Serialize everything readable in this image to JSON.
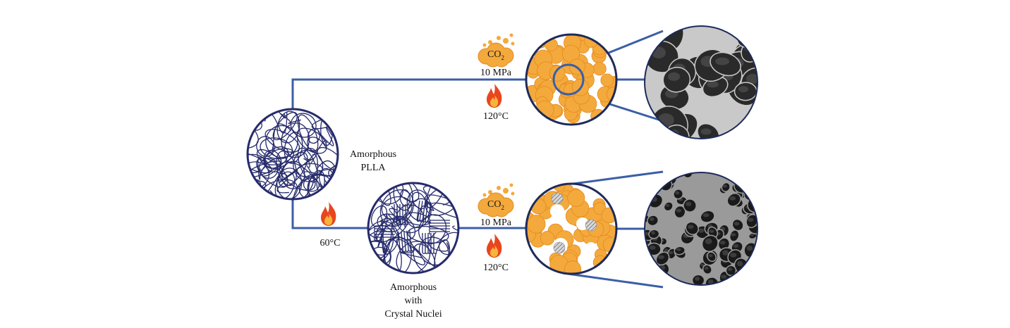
{
  "colors": {
    "line": "#3b5fa6",
    "chain": "#262b6b",
    "bubble": "#f4a93c",
    "bubble_edge": "#e38a1e",
    "flame_outer": "#e8461f",
    "flame_inner": "#f7b43a",
    "sem_dark": "#1a1a1a",
    "sem_light": "#c9c9c9"
  },
  "nodes": {
    "plla": {
      "line1": "Amorphous",
      "line2": "PLLA"
    },
    "nuclei": {
      "line1": "Amorphous",
      "line2": "with",
      "line3": "Crystal Nuclei"
    }
  },
  "top_branch": {
    "gas_main": "CO",
    "gas_sub": "2",
    "pressure": "10 MPa",
    "temperature": "120°C"
  },
  "bottom_branch": {
    "pretreat_temperature": "60°C",
    "gas_main": "CO",
    "gas_sub": "2",
    "pressure": "10 MPa",
    "temperature": "120°C"
  },
  "icons": {
    "co2_cloud": "co2-cloud-icon",
    "flame": "flame-icon"
  }
}
